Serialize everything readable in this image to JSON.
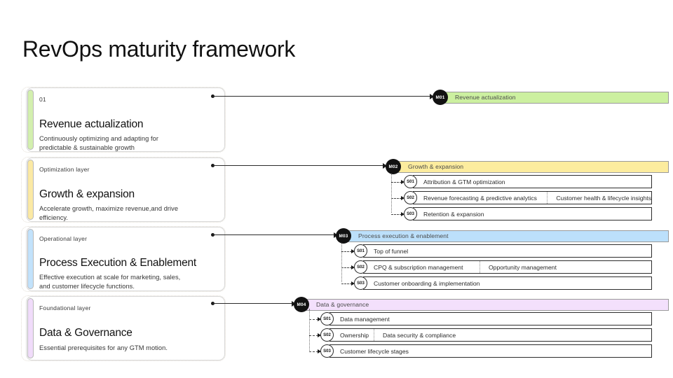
{
  "page": {
    "title": "RevOps maturity framework"
  },
  "colors": {
    "accent_green": "#d3efae",
    "accent_yellow": "#fbe9a4",
    "accent_blue": "#c2e2fb",
    "accent_lavender": "#f0dcfa",
    "bar_green": "#ccf0a0",
    "bar_yellow": "#fcec9e",
    "bar_blue": "#bce0fb",
    "bar_lavender": "#f3e0fc",
    "badge_dark": "#121212",
    "text_dark": "#111111"
  },
  "cards": [
    {
      "kicker": "01",
      "title": "Revenue actualization",
      "desc": "Continuously optimizing and adapting for predictable & sustainable growth"
    },
    {
      "kicker": "Optimization layer",
      "title": "Growth & expansion",
      "desc": "Accelerate growth, maximize revenue,and drive efficiency."
    },
    {
      "kicker": "Operational layer",
      "title": "Process Execution & Enablement",
      "desc": "Effective execution at scale for marketing, sales, and customer lifecycle functions."
    },
    {
      "kicker": "Foundational layer",
      "title": "Data & Governance",
      "desc": "Essential prerequisites for any GTM motion."
    }
  ],
  "tree": [
    {
      "badge": "M01",
      "label": "Revenue actualization",
      "rows": []
    },
    {
      "badge": "M02",
      "label": "Growth & expansion",
      "rows": [
        {
          "badge": "S01",
          "cells": [
            "Attribution & GTM optimization"
          ]
        },
        {
          "badge": "S02",
          "cells": [
            "Revenue forecasting & predictive analytics",
            "Customer health & lifecycle insights"
          ]
        },
        {
          "badge": "S03",
          "cells": [
            "Retention & expansion"
          ]
        }
      ]
    },
    {
      "badge": "M03",
      "label": "Process execution & enablement",
      "rows": [
        {
          "badge": "S01",
          "cells": [
            "Top of funnel"
          ]
        },
        {
          "badge": "S02",
          "cells": [
            "CPQ & subscription management",
            "Opportunity management"
          ]
        },
        {
          "badge": "S03",
          "cells": [
            "Customer onboarding & implementation"
          ]
        }
      ]
    },
    {
      "badge": "M04",
      "label": "Data & governance",
      "rows": [
        {
          "badge": "S01",
          "cells": [
            "Data management"
          ]
        },
        {
          "badge": "S02",
          "cells": [
            "Ownership",
            "Data security & compliance"
          ]
        },
        {
          "badge": "S03",
          "cells": [
            "Customer lifecycle stages"
          ]
        }
      ]
    }
  ]
}
